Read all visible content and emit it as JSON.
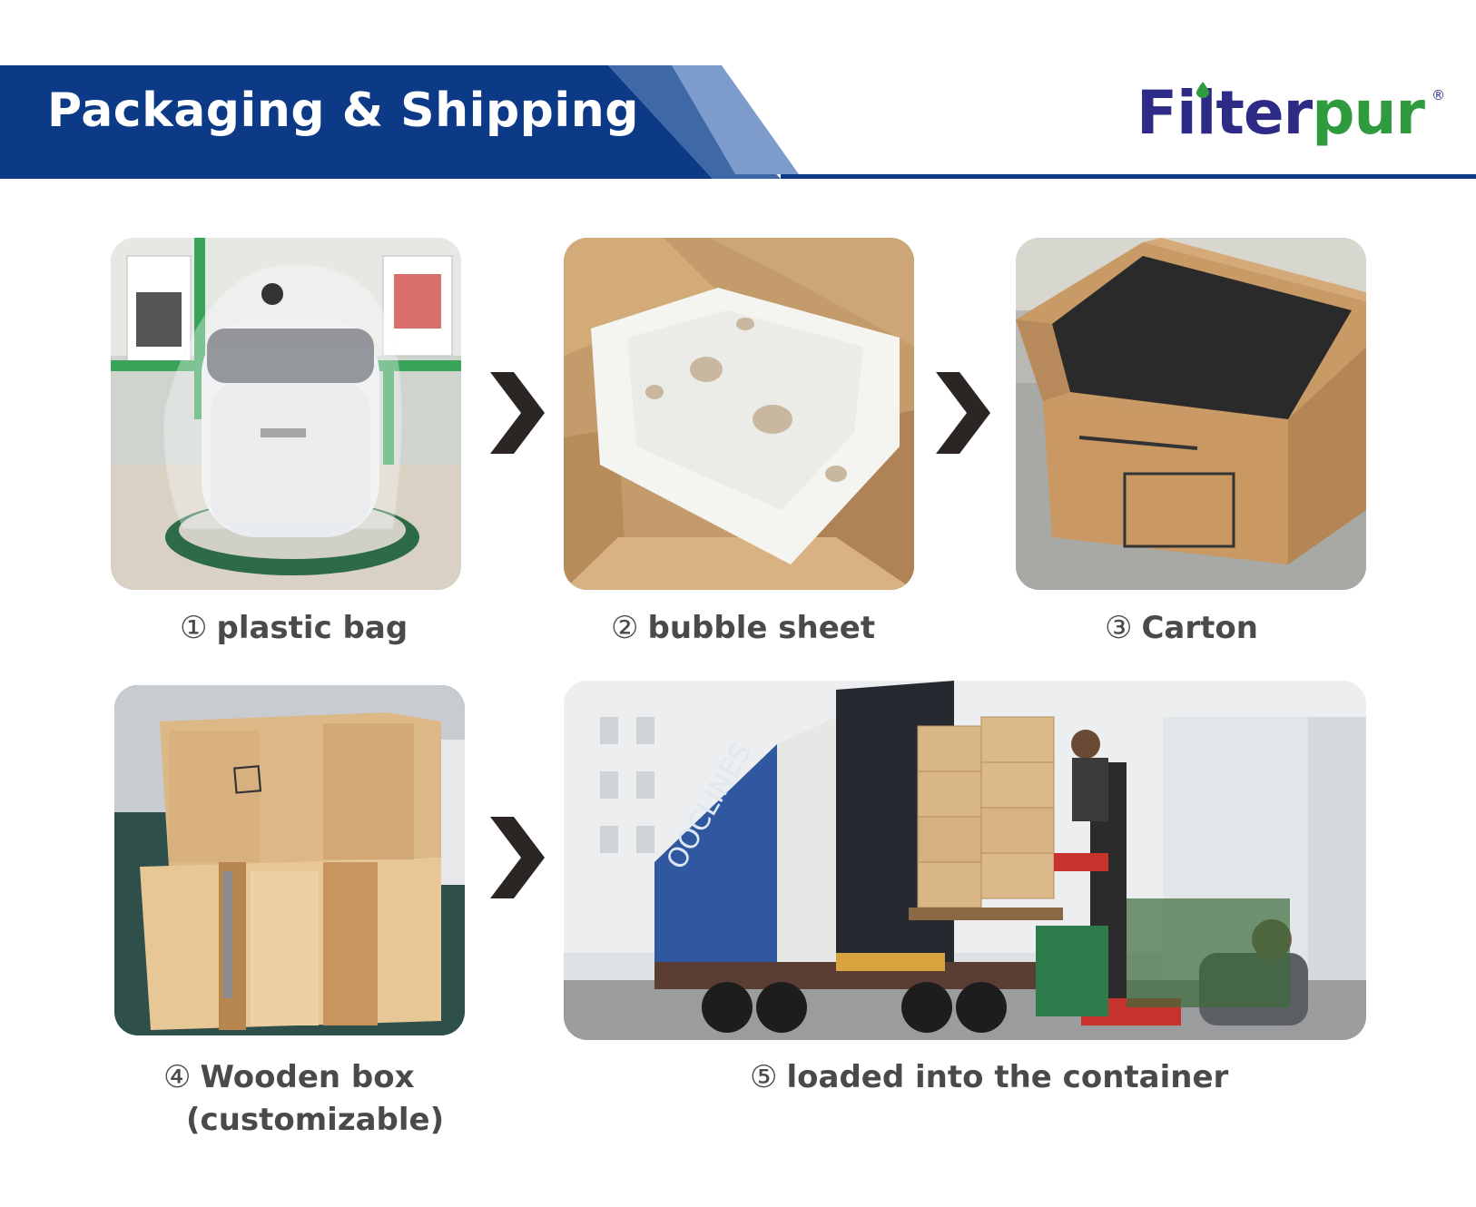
{
  "header": {
    "title": "Packaging & Shipping",
    "logo": {
      "left_text": "Filter",
      "right_text": "pur",
      "registered": "®"
    },
    "colors": {
      "navy": "#0c3a86",
      "mid_blue": "#3f68a6",
      "light_blue": "#7d9ccb",
      "logo_purple": "#2e2b86",
      "logo_green": "#2f9a3e"
    }
  },
  "steps": [
    {
      "number": "①",
      "label": "plastic bag",
      "photo": "machine wrapped in a clear plastic bag"
    },
    {
      "number": "②",
      "label": "bubble sheet",
      "photo": "foam sheet inside an open cardboard box"
    },
    {
      "number": "③",
      "label": "Carton",
      "photo": "open brown shipping carton"
    },
    {
      "number": "④",
      "label": "Wooden box",
      "label_line2": "(customizable)",
      "photo": "plywood crate"
    },
    {
      "number": "⑤",
      "label": "loaded into the container",
      "photo": "cartons loaded into a shipping container by forklift"
    }
  ],
  "container_print": "OOCLINES",
  "icons": {
    "next_step": "chevron-right-icon"
  }
}
